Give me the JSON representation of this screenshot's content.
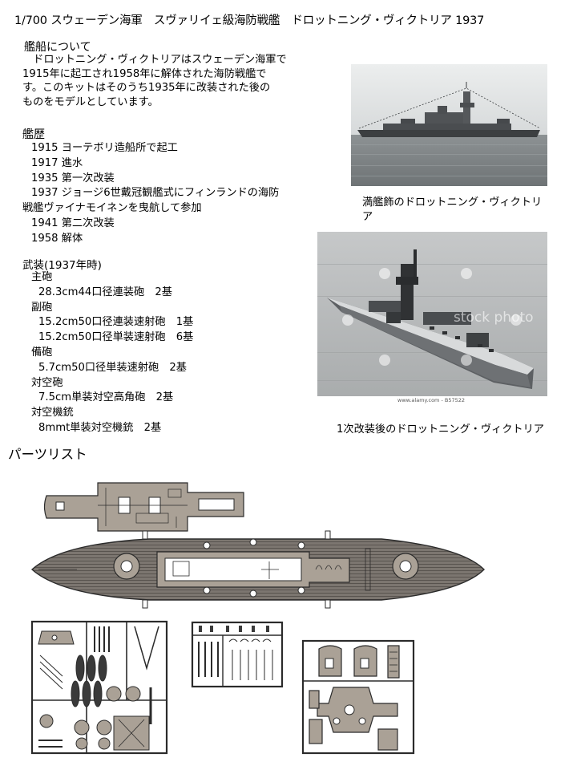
{
  "title": "1/700 スウェーデン海軍　スヴァリイェ級海防戦艦　ドロットニング・ヴィクトリア 1937",
  "about": {
    "heading": "艦船について",
    "lines": [
      "　ドロットニング・ヴィクトリアはスウェーデン海軍で",
      "1915年に起工され1958年に解体された海防戦艦で",
      "す。このキットはそのうち1935年に改装された後の",
      "ものをモデルとしています。"
    ]
  },
  "history": {
    "heading": "艦歴",
    "lines": [
      "1915 ヨーテボリ造船所で起工",
      "1917 進水",
      "1935 第一次改装",
      "1937 ジョージ6世戴冠観艦式にフィンランドの海防",
      "戦艦ヴァイナモイネンを曳航して参加",
      "1941 第二次改装",
      "1958 解体"
    ]
  },
  "armament": {
    "heading": "武装(1937年時)",
    "main_cat": "主砲",
    "main_1": "28.3cm44口径連装砲　2基",
    "sec_cat": "副砲",
    "sec_1": "15.2cm50口径連装速射砲　1基",
    "sec_2": "15.2cm50口径単装速射砲　6基",
    "ter_cat": "備砲",
    "ter_1": "5.7cm50口径単装速射砲　2基",
    "aa_cat": "対空砲",
    "aa_1": "7.5cm単装対空高角砲　2基",
    "mg_cat": "対空機銃",
    "mg_1": "8mmt単装対空機銃　2基"
  },
  "photo1": {
    "caption": "満艦飾のドロットニング・ヴィクトリア"
  },
  "photo2": {
    "caption": "1次改装後のドロットニング・ヴィクトリア",
    "watermark": "stock photo",
    "footer": "www.alamy.com - B57522"
  },
  "parts": {
    "heading": "パーツリスト"
  },
  "colors": {
    "plastic": "#aaa196",
    "plastic_dark": "#8f877d",
    "outline": "#2b2b2b",
    "deck_plank": "#5a5550"
  }
}
